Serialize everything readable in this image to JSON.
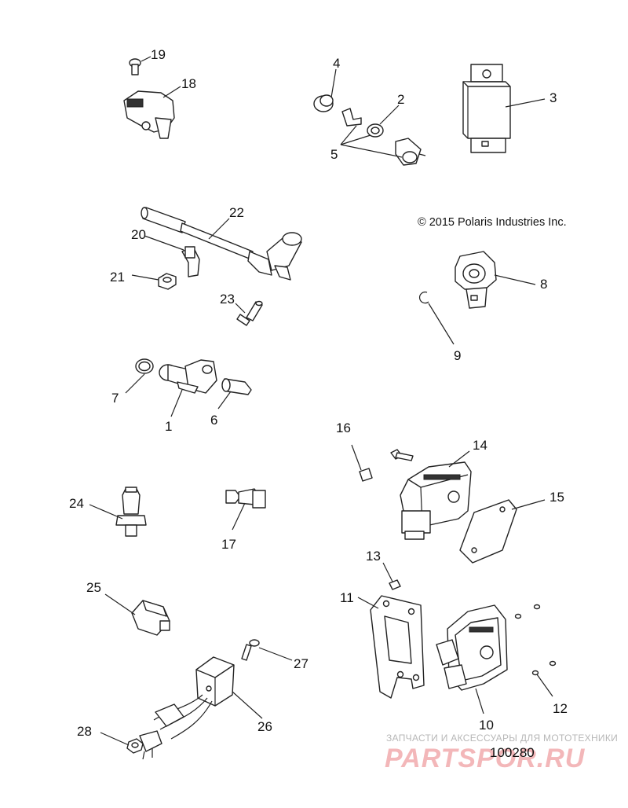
{
  "copyright": "© 2015 Polaris Industries Inc.",
  "figure_number": "100280",
  "watermark": {
    "tagline": "ЗАПЧАСТИ И АКСЕССУАРЫ ДЛЯ МОТОТЕХНИКИ",
    "brand": "PARTSPOR.RU"
  },
  "callouts": {
    "c1": "1",
    "c2": "2",
    "c3": "3",
    "c4": "4",
    "c5": "5",
    "c6": "6",
    "c7": "7",
    "c8": "8",
    "c9": "9",
    "c10": "10",
    "c11": "11",
    "c12": "12",
    "c13": "13",
    "c14": "14",
    "c15": "15",
    "c16": "16",
    "c17": "17",
    "c18": "18",
    "c19": "19",
    "c20": "20",
    "c21": "21",
    "c22": "22",
    "c23": "23",
    "c24": "24",
    "c25": "25",
    "c26": "26",
    "c27": "27",
    "c28": "28"
  }
}
